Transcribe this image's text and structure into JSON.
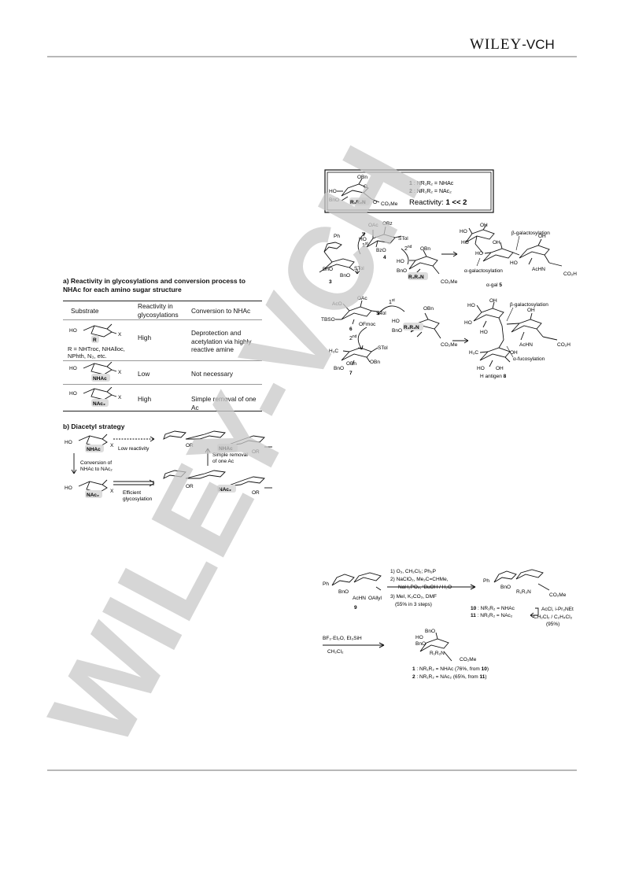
{
  "header": {
    "logo_main": "WILEY",
    "logo_suffix": "-VCH"
  },
  "watermark": {
    "text": "WILEY-VCH"
  },
  "reactivity_box": {
    "compound1": "1",
    "compound1_def": " : NR₁R₂ = NHAc",
    "compound2": "2",
    "compound2_def": " : NR₁R₂ = NAc₂",
    "reactivity_label": "Reactivity: ",
    "reactivity_value": "1 << 2",
    "substituents": [
      "OBn",
      "HO",
      "BnO",
      "O",
      "R₁R₂N",
      "O",
      "CO₂Me"
    ]
  },
  "scheme_top": {
    "labels": {
      "oac": "OAc",
      "obz": "OBz",
      "ho": "HO",
      "bzo": "BzO",
      "stol": "STol",
      "donor4": "4",
      "first": "1",
      "first_sup": "st",
      "second": "2",
      "second_sup": "nd",
      "ph": "Ph",
      "bno": "BnO",
      "bno2": "BnO",
      "stol3": "STol",
      "donor3": "3",
      "obn": "OBn",
      "ho2": "HO",
      "bno3": "BnO",
      "r1r2n": "R₁R₂N",
      "co2me": "CO₂Me",
      "beta_gal": "β-galactosylation",
      "alpha_gal": "α-galactosylation",
      "alpha_gal5": "α-gal",
      "cmpd5": "5",
      "achn": "AcHN",
      "co2h": "CO₂H",
      "oh": "OH"
    }
  },
  "scheme_mid": {
    "labels": {
      "aco": "AcO",
      "oac": "OAc",
      "tbso": "TBSO",
      "stol": "STol",
      "ofmoc": "OFmoc",
      "cmpd6": "6",
      "first": "1",
      "first_sup": "st",
      "second": "2",
      "second_sup": "nd",
      "h3c": "H₃C",
      "stol7": "STol",
      "obn": "OBn",
      "bno": "BnO",
      "cmpd7": "7",
      "obn_acc": "OBn",
      "ho": "HO",
      "bno2": "BnO",
      "r1r2n": "R₁R₂N",
      "co2me": "CO₂Me",
      "beta_gal": "β-galactosylation",
      "alpha_fuc": "α-fucosylation",
      "h_antigen": "H antigen",
      "cmpd8": "8",
      "achn": "AcHN",
      "co2h": "CO₂H",
      "oh": "OH",
      "h3c2": "H₃C"
    }
  },
  "section_a": {
    "title_line1": "a) Reactivity in glycosylations and conversion process to",
    "title_line2": "NHAc for each amino sugar structure",
    "table": {
      "headers": [
        "Substrate",
        "Reactivity in glycosylations",
        "Conversion to NHAc"
      ],
      "rows": [
        {
          "substrate_group": "R",
          "substrate_note": "R = NHTroc, NHAlloc, NPhth, N₃, etc.",
          "reactivity": "High",
          "conversion": "Deprotection and acetylation via highly reactive amine"
        },
        {
          "substrate_group": "NHAc",
          "substrate_note": "",
          "reactivity": "Low",
          "conversion": "Not necessary"
        },
        {
          "substrate_group": "NAc₂",
          "substrate_note": "",
          "reactivity": "High",
          "conversion": "Simple removal of one Ac"
        }
      ],
      "ho_label": "HO",
      "x_label": "X"
    }
  },
  "section_b": {
    "title": "b) Diacetyl strategy",
    "low_reactivity": "Low reactivity",
    "conversion_line1": "Conversion of",
    "conversion_line2": "NHAc to NAc₂",
    "efficient_line1": "Efficient",
    "efficient_line2": "glycosylation",
    "simple_line1": "Simple removal",
    "simple_line2": "of one Ac",
    "nhac": "NHAc",
    "nac2": "NAc₂",
    "ho": "HO",
    "x": "X",
    "or": "OR"
  },
  "synthesis": {
    "step1": "1) O₃, CH₂Cl₂; Ph₃P",
    "step2a": "2) NaClO₂, Me₂C=CHMe,",
    "step2b": "NaH₂PO₄, ᵗBuOH / H₂O",
    "step3": "3) MeI, K₂CO₃, DMF",
    "yield": "(55% in 3 steps)",
    "sm_ph": "Ph",
    "sm_bno": "BnO",
    "sm_achn": "AcHN",
    "sm_oallyl": "OAllyl",
    "cmpd9": "9",
    "prod_ph": "Ph",
    "prod_bno": "BnO",
    "prod_r1r2n": "R₁R₂N",
    "prod_co2me": "CO₂Me",
    "cmpd10": "10",
    "cmpd10_def": " : NR₁R₂ = NHAc",
    "cmpd11": "11",
    "cmpd11_def": " : NR₁R₂ = NAc₂",
    "acetyl_reagent": "AcCl, i-Pr₂NEt",
    "acetyl_solvent": "CH₂Cl₂ / C₂H₄Cl₂",
    "acetyl_yield": "(95%)",
    "reduction_reagent": "BF₃·Et₂O, Et₃SiH",
    "reduction_solvent": "CH₂Cl₂",
    "final_bno1": "BnO",
    "final_ho": "HO",
    "final_bno2": "BnO",
    "final_r1r2n": "R₁R₂N",
    "final_co2me": "CO₂Me",
    "final1": "1",
    "final1_def": " : NR₁R₂ = NHAc (76%, from ",
    "final1_from": "10",
    "final2": "2",
    "final2_def": " : NR₁R₂ = NAc₂  (65%, from ",
    "final2_from": "11",
    "close_paren": ")"
  }
}
